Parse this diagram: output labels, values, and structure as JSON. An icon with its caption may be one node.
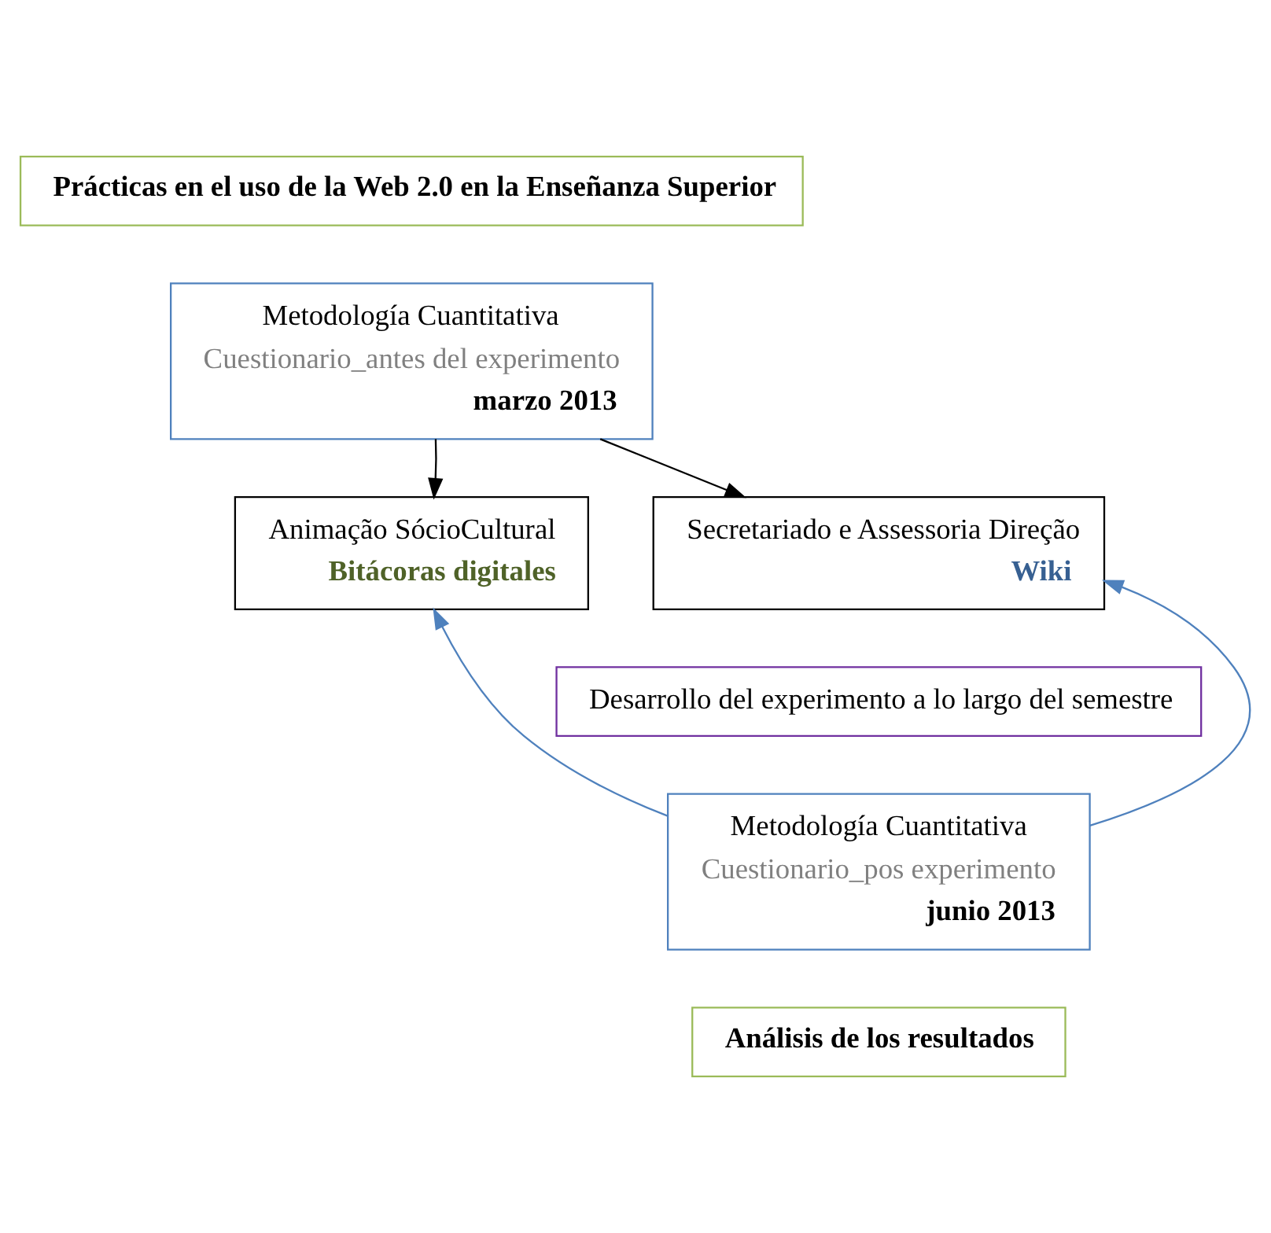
{
  "diagram": {
    "nodes": [
      {
        "text": [
          "Prácticas en el uso de la Web 2.0 en la Enseñanza Superior"
        ]
      },
      {
        "text": [
          "Metodología Cuantitativa",
          "Cuestionario_antes del experimento",
          "marzo 2013"
        ]
      },
      {
        "text": [
          "Animação SócioCultural",
          "Bitácoras digitales"
        ]
      },
      {
        "text": [
          "Secretariado e Assessoria Direção",
          "Wiki"
        ]
      },
      {
        "text": [
          "Desarrollo del experimento a lo largo del semestre"
        ]
      },
      {
        "text": [
          "Metodología Cuantitativa",
          "Cuestionario_pos experimento",
          "junio 2013"
        ]
      },
      {
        "text": [
          "Análisis de los resultados"
        ]
      }
    ],
    "edges": [
      {
        "from": 1,
        "to": 2,
        "arrow": "to",
        "color": "#000000"
      },
      {
        "from": 1,
        "to": 3,
        "arrow": "to",
        "color": "#000000"
      },
      {
        "from": 5,
        "to": 2,
        "arrow": "to",
        "color": "#4f81bd"
      },
      {
        "from": 5,
        "to": 3,
        "arrow": "to",
        "color": "#4f81bd"
      }
    ]
  }
}
